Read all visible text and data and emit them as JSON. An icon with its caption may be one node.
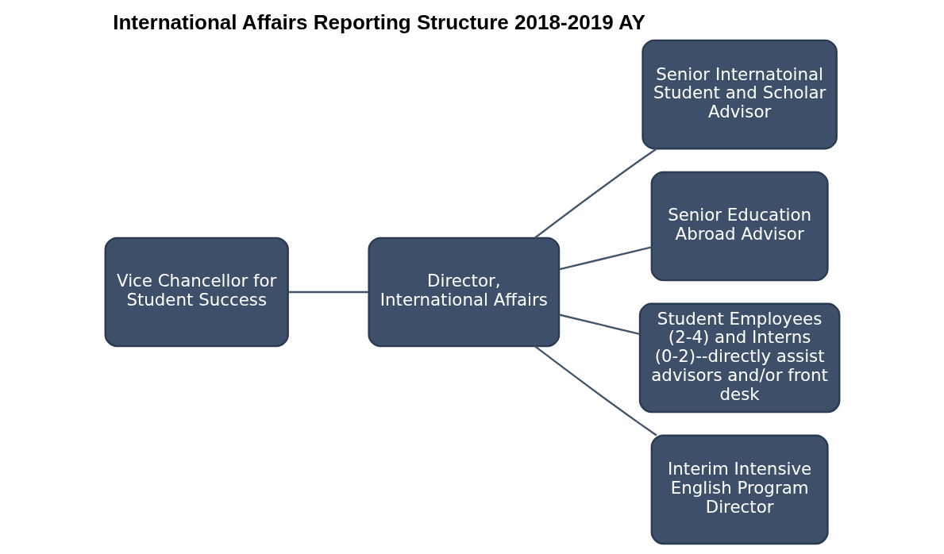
{
  "diagram": {
    "title": "International Affairs Reporting Structure 2018-2019 AY",
    "nodes": [
      {
        "text": [
          "Vice Chancellor for Student Success"
        ]
      },
      {
        "text": [
          "Director, International Affairs"
        ]
      },
      {
        "text": [
          "Senior Internatoinal Student and Scholar Advisor"
        ]
      },
      {
        "text": [
          "Senior Education Abroad Advisor"
        ]
      },
      {
        "text": [
          "Student Employees (2-4) and Interns (0-2)--directly assist advisors and/or front desk"
        ]
      },
      {
        "text": [
          "Interim Intensive English Program Director"
        ]
      }
    ],
    "edges": [
      {
        "from": 0,
        "to": 1,
        "arrow": "none"
      },
      {
        "from": 1,
        "to": 2,
        "arrow": "none"
      },
      {
        "from": 1,
        "to": 3,
        "arrow": "none"
      },
      {
        "from": 1,
        "to": 4,
        "arrow": "none"
      },
      {
        "from": 1,
        "to": 5,
        "arrow": "none"
      }
    ]
  }
}
